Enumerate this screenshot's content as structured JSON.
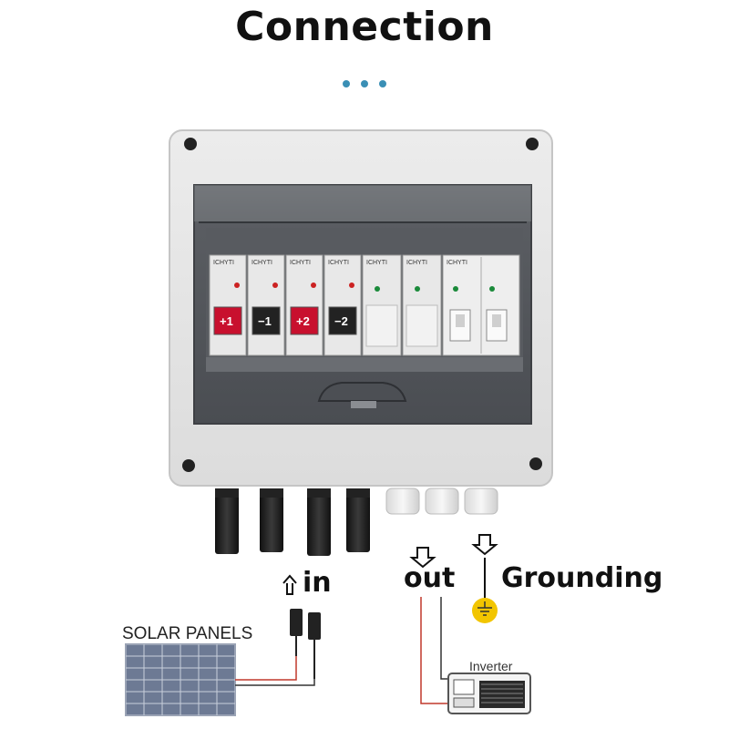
{
  "header": {
    "title": "Connection"
  },
  "labels": {
    "in": "in",
    "out": "out",
    "grounding": "Grounding",
    "solar_panels": "SOLAR PANELS",
    "inverter": "Inverter"
  },
  "breakers": [
    {
      "brand": "CHYT",
      "label": "+1",
      "color": "#c8102e"
    },
    {
      "brand": "CHYT",
      "label": "−1",
      "color": "#222222"
    },
    {
      "brand": "CHYT",
      "label": "+2",
      "color": "#c8102e"
    },
    {
      "brand": "CHYT",
      "label": "−2",
      "color": "#222222"
    }
  ],
  "spd_modules": [
    {
      "brand": "CHYT"
    },
    {
      "brand": "CHYT"
    }
  ],
  "ac_breaker": {
    "brand": "CHYT"
  },
  "colors": {
    "accent_dots": "#3a8fb5",
    "ground_symbol": "#f2c500",
    "positive_wire": "#c0392b",
    "negative_wire": "#333333"
  }
}
